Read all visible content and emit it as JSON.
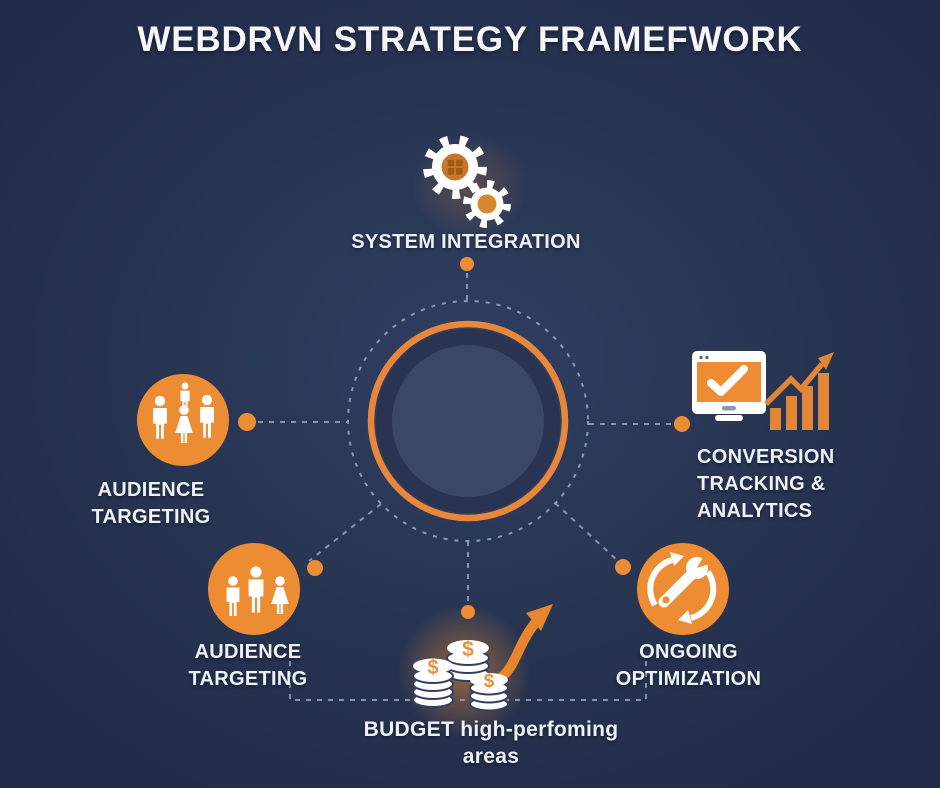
{
  "title": "WEBDRVN STRATEGY FRAMEFWORK",
  "colors": {
    "background": "#263350",
    "accent": "#EC8C33",
    "text": "#F2F5F9",
    "dashed": "#9AA4BA"
  },
  "coin_symbol": "$",
  "nodes": {
    "system_integration": {
      "label": "SYSTEM INTEGRATION",
      "icon": "gears-icon"
    },
    "audience_targeting_left": {
      "label": "AUDIENCE TARGETING",
      "icon": "family-icon"
    },
    "conversion_tracking": {
      "line1": "CONVERSION",
      "line2": "TRACKING & ANALYTICS",
      "icon": "monitor-checkmark-icon, bar-chart-growth-icon"
    },
    "audience_targeting_bottom": {
      "label": "AUDIENCE TARGETING",
      "icon": "people-group-icon"
    },
    "ongoing_optimization": {
      "label": "ONGOING OPTIMIZATION",
      "icon": "wrench-refresh-icon"
    },
    "budget": {
      "label": "BUDGET high-perfoming areas",
      "icon": "coins-growth-arrow-icon"
    }
  }
}
